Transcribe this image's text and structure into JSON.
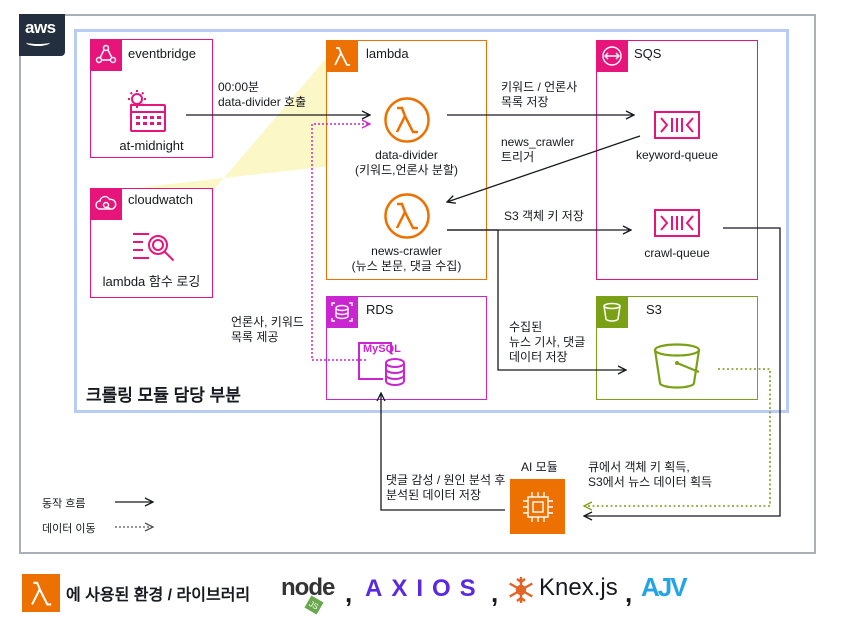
{
  "brand": {
    "aws_logo": "aws"
  },
  "region": {
    "label": "크롤링 모듈 담당 부분"
  },
  "services": {
    "eventbridge": {
      "title": "eventbridge",
      "item": "at-midnight",
      "color": "#e7157b"
    },
    "cloudwatch": {
      "title": "cloudwatch",
      "item": "lambda 함수 로깅",
      "color": "#e7157b"
    },
    "lambda": {
      "title": "lambda",
      "color": "#ed7100",
      "fn1_line1": "data-divider",
      "fn1_line2": "(키워드,언론사 분할)",
      "fn2_line1": "news-crawler",
      "fn2_line2": "(뉴스 본문, 댓글 수집)"
    },
    "sqs": {
      "title": "SQS",
      "queue1": "keyword-queue",
      "queue2": "crawl-queue",
      "color": "#e7157b"
    },
    "rds": {
      "title": "RDS",
      "engine": "MySQL",
      "color": "#c925d1"
    },
    "s3": {
      "title": "S3",
      "color": "#7aa116"
    },
    "ai": {
      "title": "AI 모듈",
      "color": "#ed7100"
    }
  },
  "edges": {
    "schedule_line1": "00:00분",
    "schedule_line2": "data-divider 호출",
    "to_sqs_line1": "키워드 / 언론사",
    "to_sqs_line2": "목록 저장",
    "trigger_line1": "news_crawler",
    "trigger_line2": "트리거",
    "s3key": "S3 객체 키 저장",
    "collected_line1": "수집된",
    "collected_line2": "뉴스 기사, 댓글",
    "collected_line3": "데이터 저장",
    "rds_provide_line1": "언론사, 키워드",
    "rds_provide_line2": "목록 제공",
    "ai_store_line1": "댓글 감성 / 원인 분석 후",
    "ai_store_line2": "분석된 데이터 저장",
    "ai_get_line1": "큐에서 객체 키 획득,",
    "ai_get_line2": "S3에서 뉴스 데이터 획득"
  },
  "legend": {
    "action_flow": "동작 흐름",
    "data_move": "데이터 이동"
  },
  "footer": {
    "text": "에 사용된 환경 / 라이브러리",
    "libraries": [
      "node",
      "AXIOS",
      "Knex.js",
      "AJV"
    ],
    "separator": ","
  }
}
